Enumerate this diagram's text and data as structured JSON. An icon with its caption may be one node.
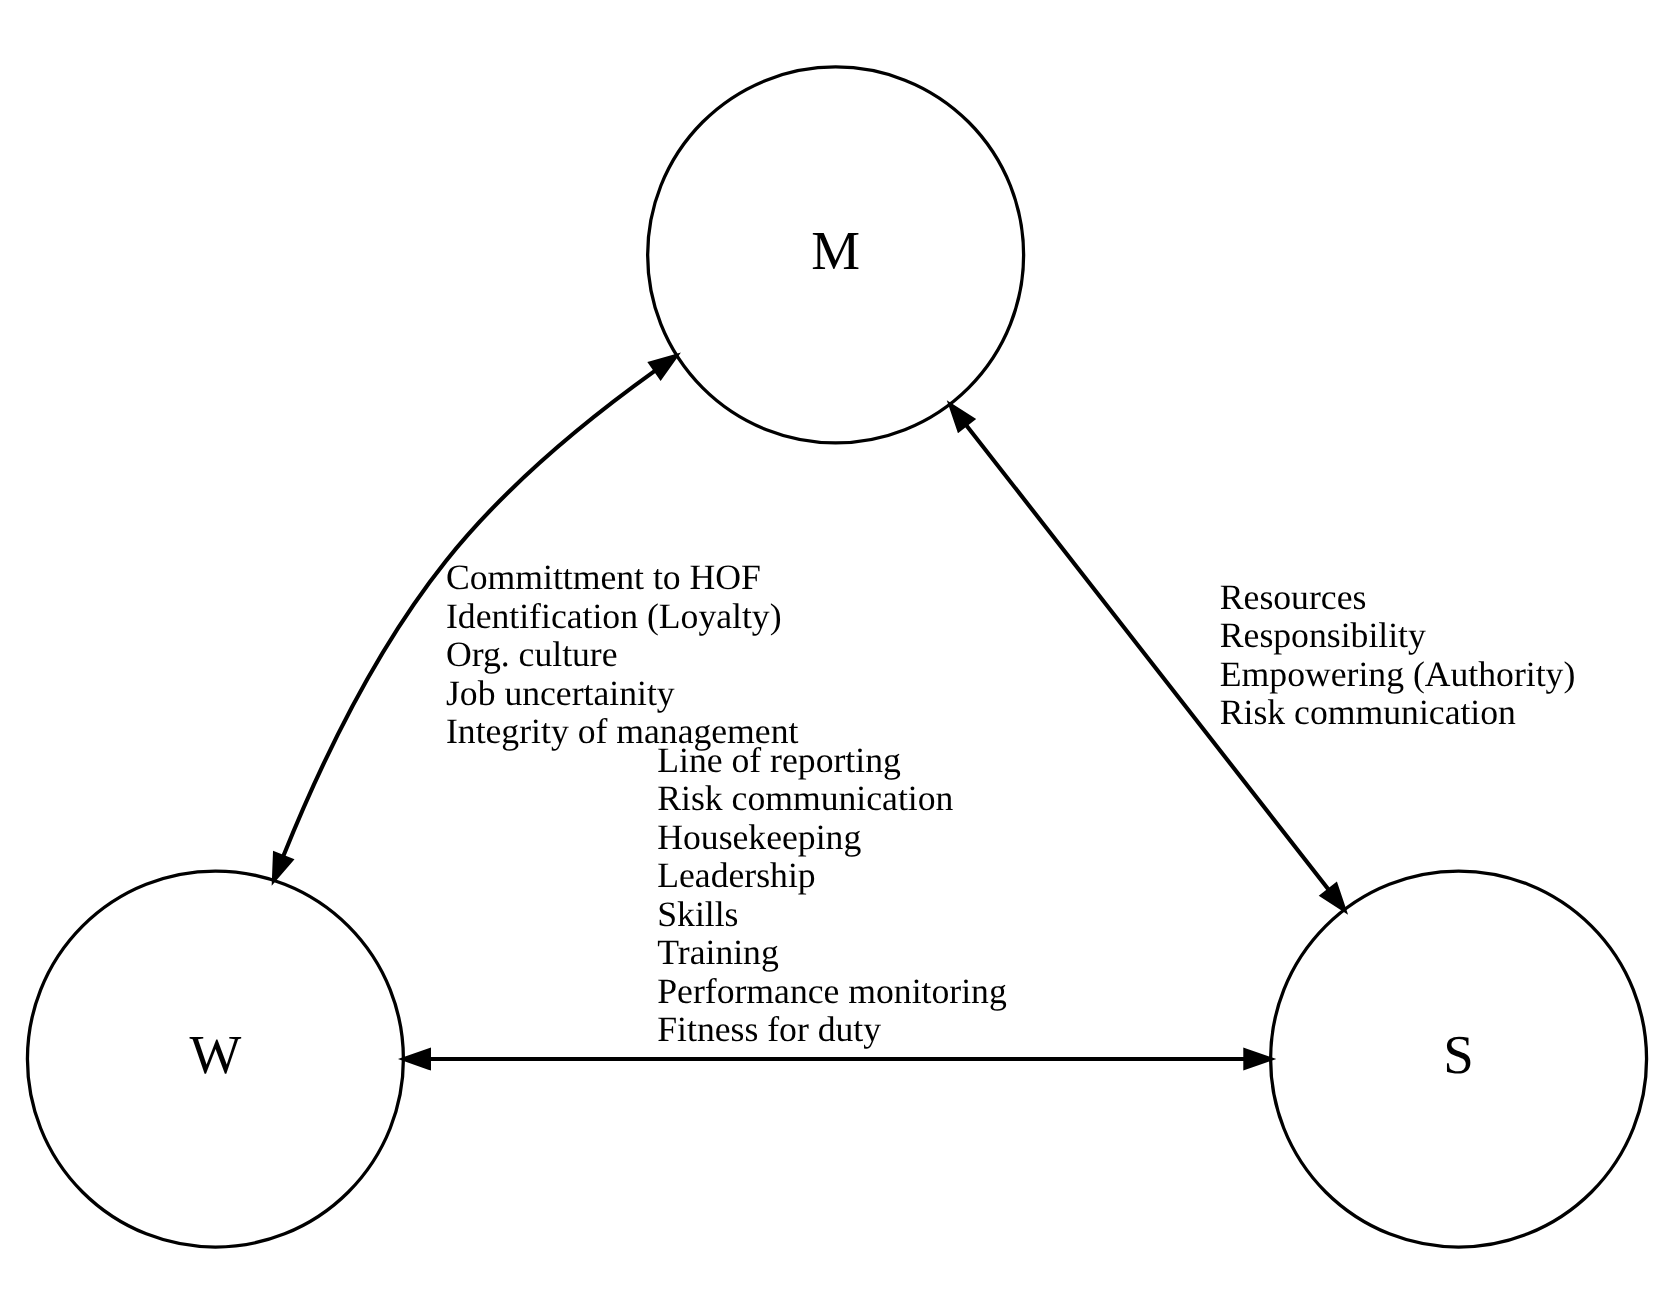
{
  "diagram": {
    "nodes": [
      {
        "text": [
          "M"
        ]
      },
      {
        "text": [
          "W"
        ]
      },
      {
        "text": [
          "S"
        ]
      }
    ],
    "edges": [
      {
        "from": 0,
        "to": 1,
        "arrow": "both",
        "label": [
          "Committment to HOF",
          "Identification (Loyalty)",
          "Org. culture",
          "Job uncertainity",
          "Integrity of management"
        ]
      },
      {
        "from": 0,
        "to": 2,
        "arrow": "both",
        "label": [
          "Resources",
          "Responsibility",
          "Empowering (Authority)",
          "Risk communication"
        ]
      },
      {
        "from": 1,
        "to": 2,
        "arrow": "both",
        "label": [
          "Line of reporting",
          "Risk communication",
          "Housekeeping",
          "Leadership",
          "Skills",
          "Training",
          "Performance monitoring",
          "Fitness for duty"
        ]
      }
    ]
  }
}
